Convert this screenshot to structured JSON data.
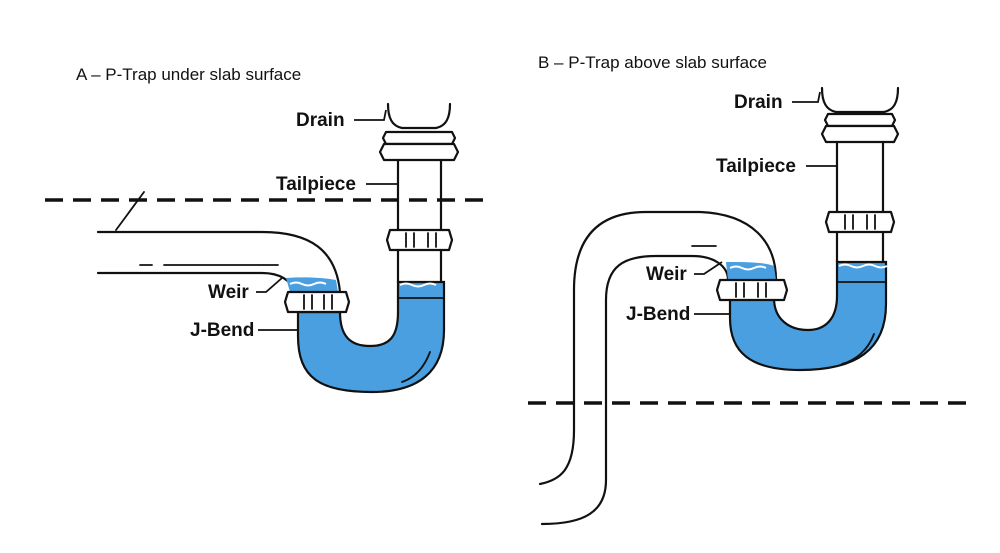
{
  "panel_a": {
    "caption": "A – P-Trap under slab surface",
    "labels": {
      "drain": "Drain",
      "tailpiece": "Tailpiece",
      "weir": "Weir",
      "j_bend": "J-Bend"
    }
  },
  "panel_b": {
    "caption": "B – P-Trap above slab surface",
    "labels": {
      "drain": "Drain",
      "tailpiece": "Tailpiece",
      "weir": "Weir",
      "j_bend": "J-Bend"
    }
  },
  "colors": {
    "water": "#4a9fe0",
    "outline": "#111111",
    "background": "#ffffff"
  }
}
